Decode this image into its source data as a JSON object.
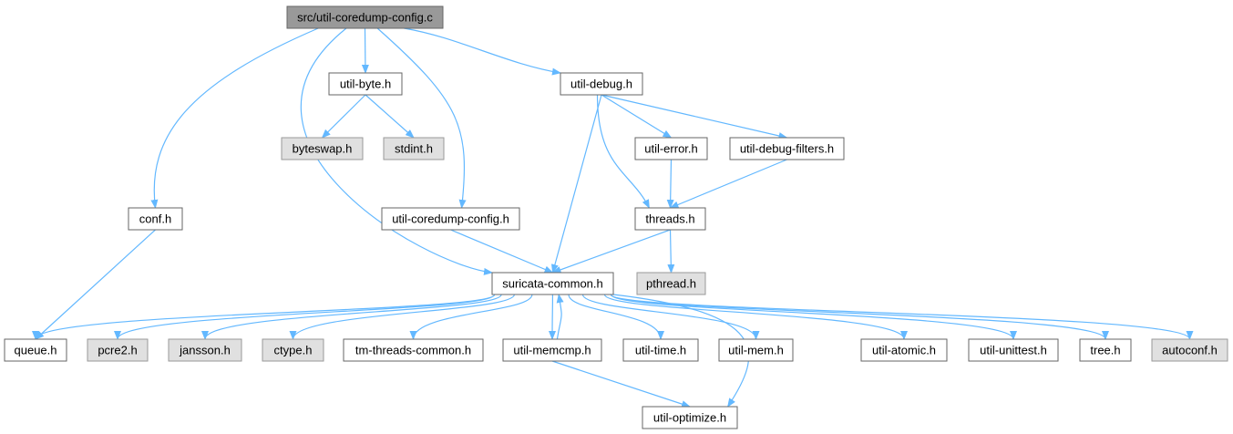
{
  "diagram": {
    "nodes": [
      {
        "id": "root",
        "label": "src/util-coredump-config.c",
        "kind": "root"
      },
      {
        "id": "conf",
        "label": "conf.h",
        "kind": "doc"
      },
      {
        "id": "byte",
        "label": "util-byte.h",
        "kind": "doc"
      },
      {
        "id": "byteswap",
        "label": "byteswap.h",
        "kind": "sys"
      },
      {
        "id": "stdint",
        "label": "stdint.h",
        "kind": "sys"
      },
      {
        "id": "cdconfig",
        "label": "util-coredump-config.h",
        "kind": "doc"
      },
      {
        "id": "debug",
        "label": "util-debug.h",
        "kind": "doc"
      },
      {
        "id": "error",
        "label": "util-error.h",
        "kind": "doc"
      },
      {
        "id": "filters",
        "label": "util-debug-filters.h",
        "kind": "doc"
      },
      {
        "id": "threads",
        "label": "threads.h",
        "kind": "doc"
      },
      {
        "id": "pthread",
        "label": "pthread.h",
        "kind": "sys"
      },
      {
        "id": "common",
        "label": "suricata-common.h",
        "kind": "doc"
      },
      {
        "id": "queue",
        "label": "queue.h",
        "kind": "doc"
      },
      {
        "id": "pcre2",
        "label": "pcre2.h",
        "kind": "sys"
      },
      {
        "id": "jansson",
        "label": "jansson.h",
        "kind": "sys"
      },
      {
        "id": "ctype",
        "label": "ctype.h",
        "kind": "sys"
      },
      {
        "id": "tmthreads",
        "label": "tm-threads-common.h",
        "kind": "doc"
      },
      {
        "id": "memcmp",
        "label": "util-memcmp.h",
        "kind": "doc"
      },
      {
        "id": "time",
        "label": "util-time.h",
        "kind": "doc"
      },
      {
        "id": "mem",
        "label": "util-mem.h",
        "kind": "doc"
      },
      {
        "id": "atomic",
        "label": "util-atomic.h",
        "kind": "doc"
      },
      {
        "id": "unittest",
        "label": "util-unittest.h",
        "kind": "doc"
      },
      {
        "id": "tree",
        "label": "tree.h",
        "kind": "doc"
      },
      {
        "id": "autoconf",
        "label": "autoconf.h",
        "kind": "sys"
      },
      {
        "id": "optimize",
        "label": "util-optimize.h",
        "kind": "doc"
      }
    ],
    "edges": [
      [
        "root",
        "conf"
      ],
      [
        "root",
        "byte"
      ],
      [
        "root",
        "cdconfig"
      ],
      [
        "root",
        "debug"
      ],
      [
        "root",
        "common"
      ],
      [
        "byte",
        "byteswap"
      ],
      [
        "byte",
        "stdint"
      ],
      [
        "conf",
        "queue"
      ],
      [
        "cdconfig",
        "common"
      ],
      [
        "debug",
        "error"
      ],
      [
        "debug",
        "filters"
      ],
      [
        "debug",
        "threads"
      ],
      [
        "debug",
        "common"
      ],
      [
        "error",
        "threads"
      ],
      [
        "filters",
        "threads"
      ],
      [
        "threads",
        "pthread"
      ],
      [
        "threads",
        "common"
      ],
      [
        "common",
        "queue"
      ],
      [
        "common",
        "pcre2"
      ],
      [
        "common",
        "jansson"
      ],
      [
        "common",
        "ctype"
      ],
      [
        "common",
        "tmthreads"
      ],
      [
        "common",
        "memcmp"
      ],
      [
        "common",
        "time"
      ],
      [
        "common",
        "mem"
      ],
      [
        "common",
        "atomic"
      ],
      [
        "common",
        "unittest"
      ],
      [
        "common",
        "tree"
      ],
      [
        "common",
        "autoconf"
      ],
      [
        "common",
        "optimize"
      ],
      [
        "memcmp",
        "common"
      ],
      [
        "memcmp",
        "optimize"
      ]
    ],
    "colors": {
      "edge": "#63b8ff",
      "root_fill": "#999999",
      "system_fill": "#e0e0e0",
      "node_fill": "#ffffff",
      "border": "#666666"
    }
  }
}
